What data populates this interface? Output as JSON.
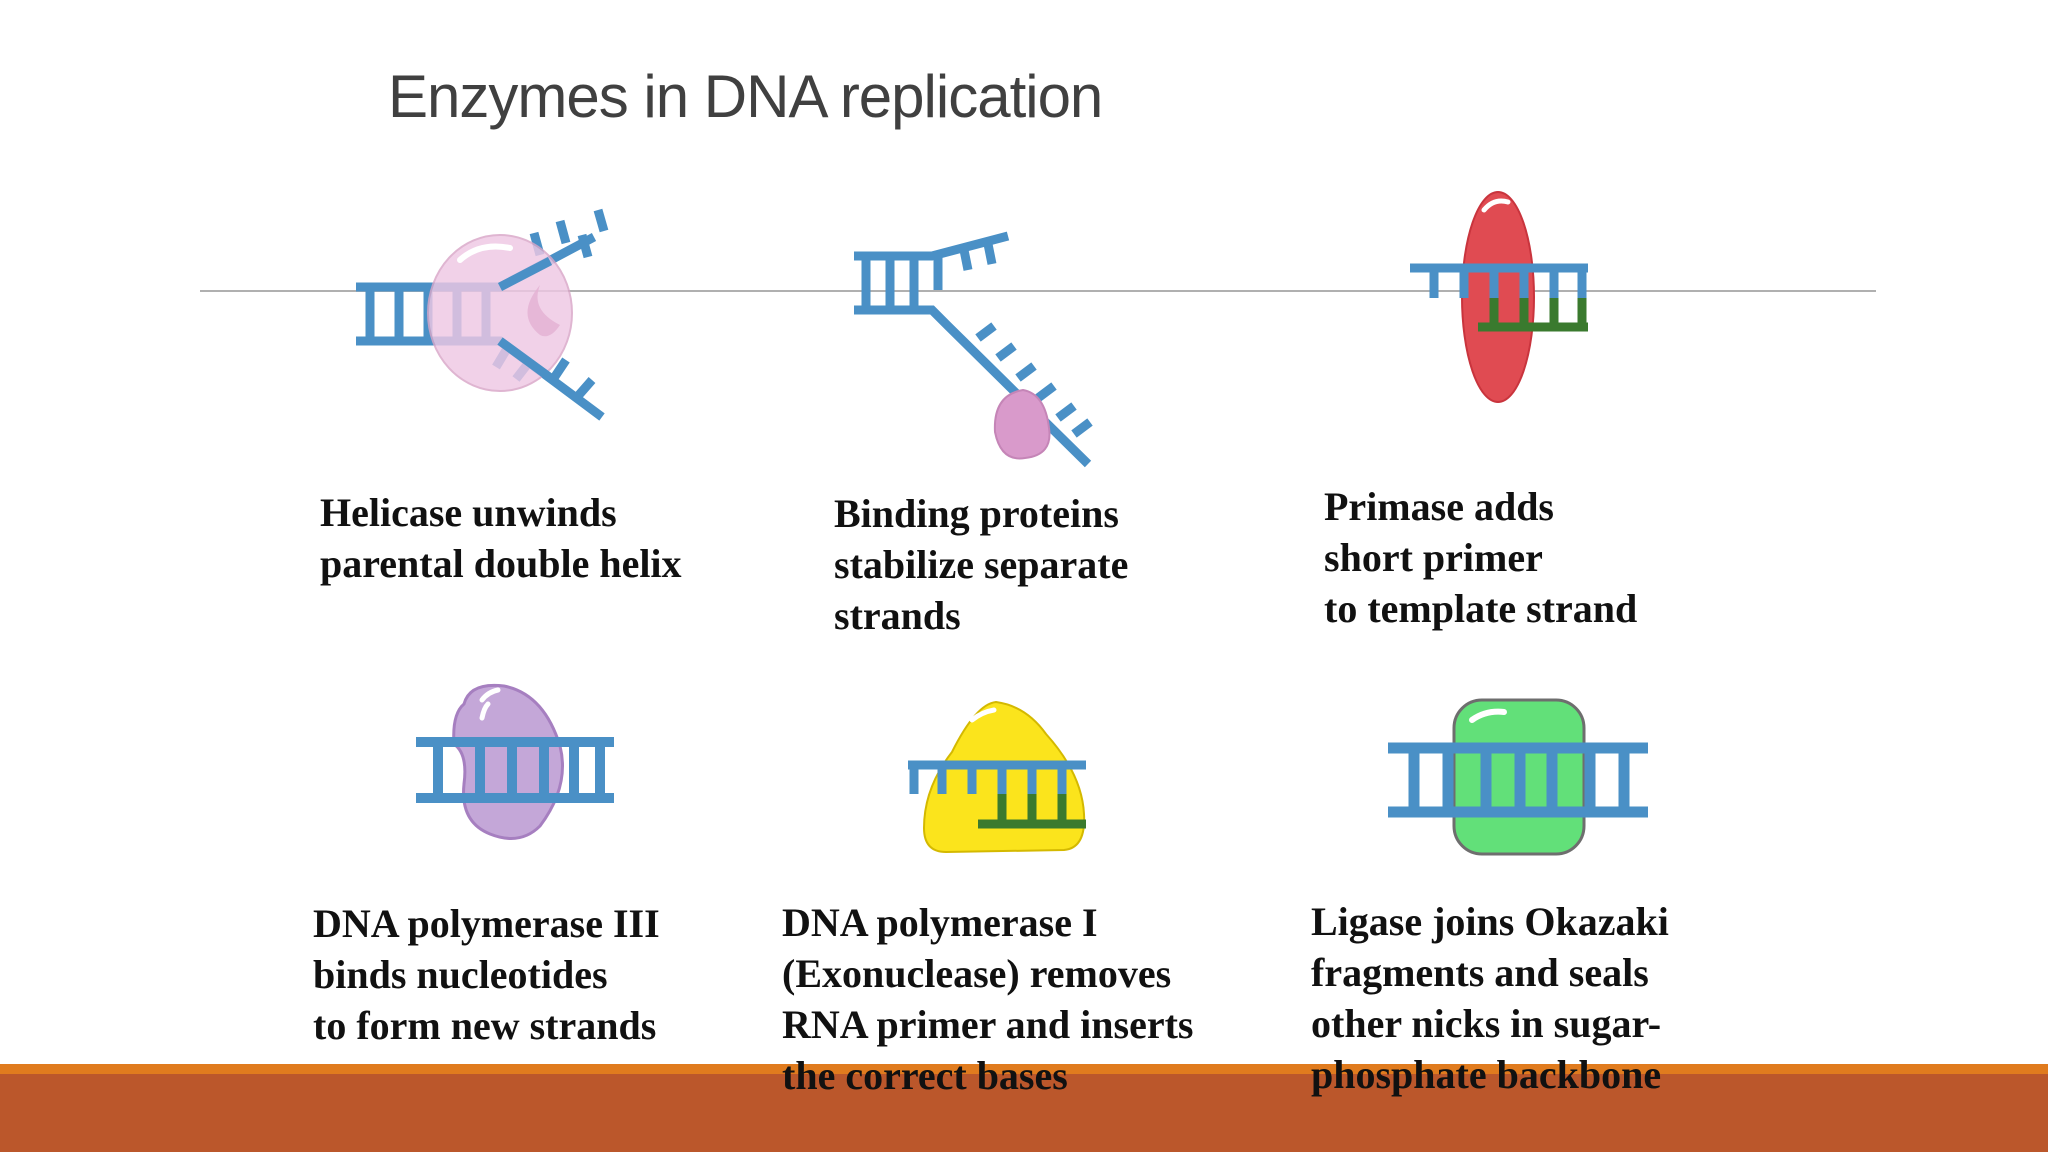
{
  "slide": {
    "title": "Enzymes in DNA replication",
    "panels": [
      {
        "id": "helicase",
        "enzyme_icon": "helicase-icon",
        "lines": [
          "Helicase unwinds",
          "parental double helix"
        ]
      },
      {
        "id": "binding-proteins",
        "enzyme_icon": "binding-protein-icon",
        "lines": [
          "Binding proteins",
          "stabilize separate",
          "strands"
        ]
      },
      {
        "id": "primase",
        "enzyme_icon": "primase-icon",
        "lines": [
          "Primase adds",
          "short primer",
          "to template strand"
        ]
      },
      {
        "id": "polymerase-3",
        "enzyme_icon": "dna-polymerase-iii-icon",
        "lines": [
          "DNA polymerase III",
          "binds nucleotides",
          "to form new strands"
        ]
      },
      {
        "id": "polymerase-1",
        "enzyme_icon": "dna-polymerase-i-icon",
        "lines": [
          "DNA polymerase I",
          "(Exonuclease) removes",
          "RNA primer and inserts",
          "the correct bases"
        ]
      },
      {
        "id": "ligase",
        "enzyme_icon": "ligase-icon",
        "lines": [
          "Ligase joins Okazaki",
          "fragments and seals",
          "other nicks in sugar-",
          "phosphate backbone"
        ]
      }
    ]
  },
  "colors": {
    "dna_strand": "#4a90c6",
    "primer": "#3a7a2e",
    "helicase": "#efc8e4",
    "binding_protein": "#d99acb",
    "primase": "#e04b52",
    "polymerase_iii": "#c4a7d8",
    "polymerase_i": "#fbe41c",
    "ligase": "#62e079",
    "footer_accent": "#e07b1e",
    "footer": "#bb572b"
  }
}
